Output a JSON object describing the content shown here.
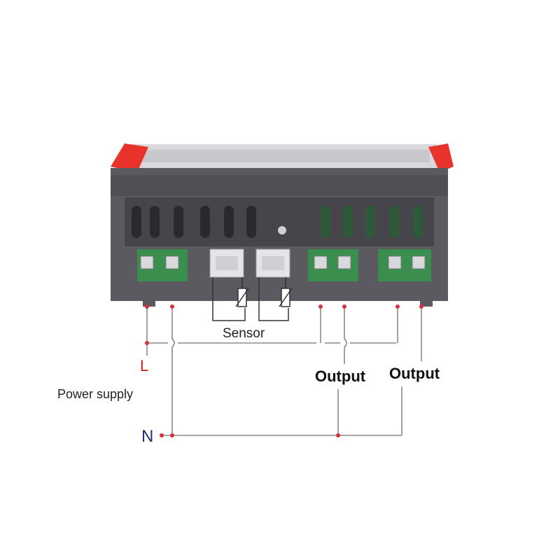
{
  "labels": {
    "sensor": "Sensor",
    "live": "L",
    "neutral": "N",
    "power_supply": "Power supply",
    "output_1": "Output",
    "output_2": "Output"
  },
  "colors": {
    "housing": "#5a5a60",
    "housing_dark": "#45454b",
    "terminal_green": "#3a8f4e",
    "clip_red": "#e8332d",
    "wire_gray": "#8a8a8a",
    "junction_red": "#d9303a",
    "live_label": "#c8201e",
    "neutral_label": "#1f2f7a"
  },
  "icons": {
    "sensor_probe": "thermistor-icon",
    "terminal": "screw-terminal-icon",
    "connector": "sensor-socket-icon"
  }
}
